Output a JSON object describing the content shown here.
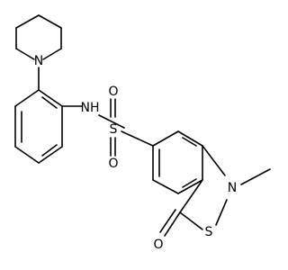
{
  "structure": {
    "labels": {
      "piperidine_N": "N",
      "sulfonamide_NH": "NH",
      "sulfonyl_S": "S",
      "sulfonyl_O_top": "O",
      "sulfonyl_O_bottom": "O",
      "ring_N": "N",
      "ring_S": "S",
      "carbonyl_O": "O"
    }
  }
}
